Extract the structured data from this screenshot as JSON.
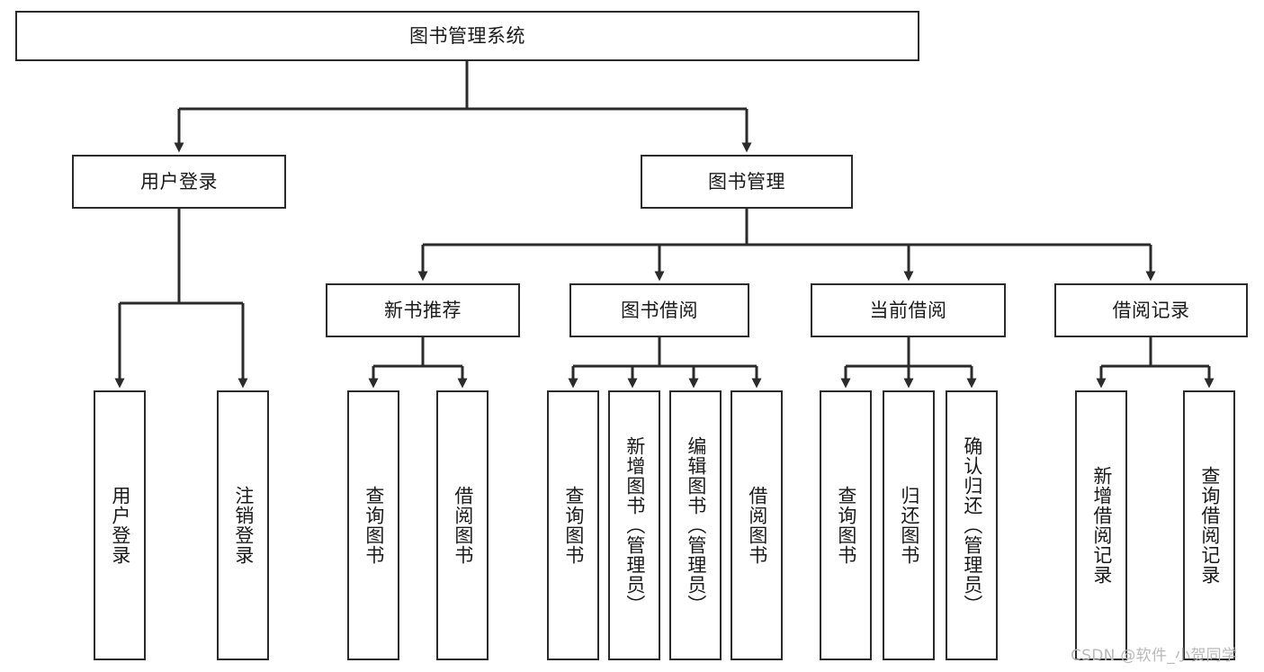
{
  "diagram": {
    "type": "tree",
    "title": "图书管理系统",
    "watermark": "CSDN @软件_小贺同学",
    "colors": {
      "stroke": "#2b2b2b",
      "fill": "#ffffff",
      "text": "#1a1a1a",
      "watermark": "#b9b9b9"
    },
    "root": {
      "label": "图书管理系统"
    },
    "level2": [
      {
        "label": "用户登录"
      },
      {
        "label": "图书管理"
      }
    ],
    "level3": [
      {
        "label": "新书推荐"
      },
      {
        "label": "图书借阅"
      },
      {
        "label": "当前借阅"
      },
      {
        "label": "借阅记录"
      }
    ],
    "leaves": {
      "user_login": [
        {
          "label": "用户登录"
        },
        {
          "label": "注销登录"
        }
      ],
      "new_book": [
        {
          "label": "查询图书"
        },
        {
          "label": "借阅图书"
        }
      ],
      "book_borrow": [
        {
          "label": "查询图书"
        },
        {
          "label": "新增图书（管理员）"
        },
        {
          "label": "编辑图书（管理员）"
        },
        {
          "label": "借阅图书"
        }
      ],
      "current_borrow": [
        {
          "label": "查询图书"
        },
        {
          "label": "归还图书"
        },
        {
          "label": "确认归还（管理员）"
        }
      ],
      "borrow_record": [
        {
          "label": "新增借阅记录"
        },
        {
          "label": "查询借阅记录"
        }
      ]
    }
  }
}
